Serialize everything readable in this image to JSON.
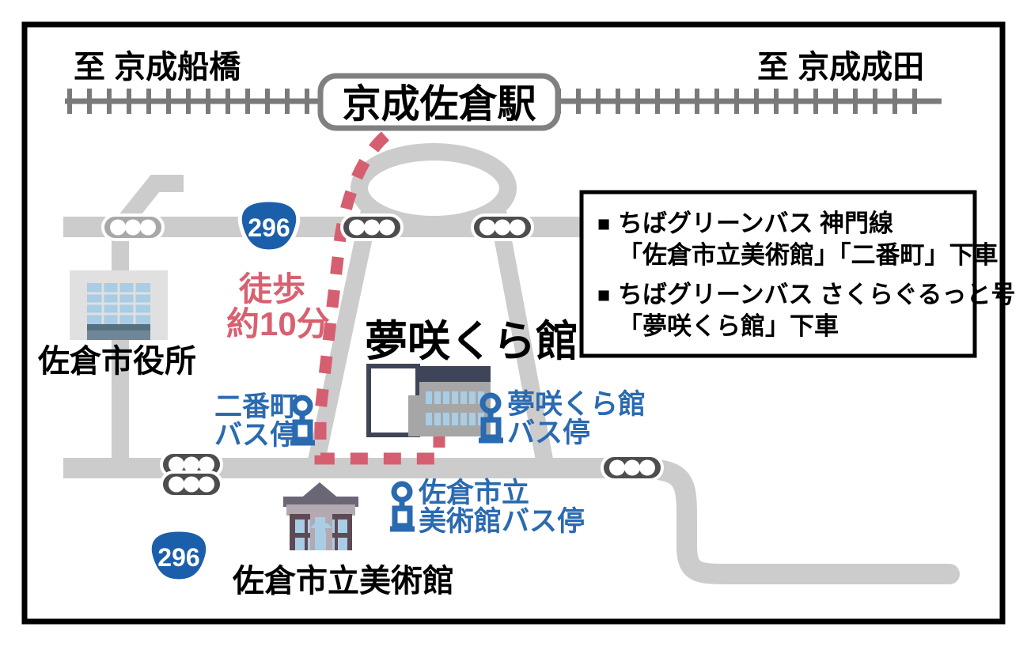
{
  "map": {
    "title_station": "京成佐倉駅",
    "rail_left_label": "至 京成船橋",
    "rail_right_label": "至 京成成田",
    "walk_line1": "徒歩",
    "walk_line2": "約10分",
    "route_shield_upper": "296",
    "route_shield_lower": "296",
    "main_building_label": "夢咲くら館",
    "city_hall_label": "佐倉市役所",
    "museum_label": "佐倉市立美術館",
    "busstop_nibancho_line1": "二番町",
    "busstop_nibancho_line2": "バス停",
    "busstop_yumesaki_line1": "夢咲くら館",
    "busstop_yumesaki_line2": "バス停",
    "busstop_museum_line1": "佐倉市立",
    "busstop_museum_line2": "美術館バス停"
  },
  "legend": {
    "items": [
      {
        "bullet": "■",
        "line1": "ちばグリーンバス 神門線",
        "line2": "「佐倉市立美術館」「二番町」下車"
      },
      {
        "bullet": "■",
        "line1": "ちばグリーンバス さくらぐるっと号",
        "line2": "「夢咲くら館」下車"
      }
    ]
  },
  "colors": {
    "frame": "#000000",
    "road": "#cccccc",
    "rail": "#7a7a7a",
    "signal": "#4d4d4d",
    "route_shield_blue": "#1b5faa",
    "walk_route_pink": "#d55f70",
    "bus_blue": "#2a6ab0",
    "building_navy": "#3e4558",
    "building_gray": "#a6a6a6",
    "window_blue": "#a8cde4",
    "museum_facade": "#5e4a55",
    "museum_roof": "#6b6675",
    "cityhall_base": "#e0e0e0",
    "cityhall_band": "#6f8698"
  }
}
